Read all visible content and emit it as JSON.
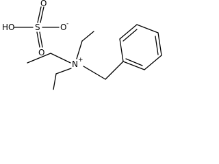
{
  "molecule": {
    "sulfate": {
      "ho_label": "HO",
      "s_label": "S",
      "o_top_label": "O",
      "o_bottom_label": "O",
      "o_minus_label": "O",
      "o_minus_charge": "-"
    },
    "ammonium": {
      "n_label": "N",
      "n_charge": "+"
    }
  },
  "colors": {
    "line": "#000000",
    "background": "#ffffff"
  }
}
